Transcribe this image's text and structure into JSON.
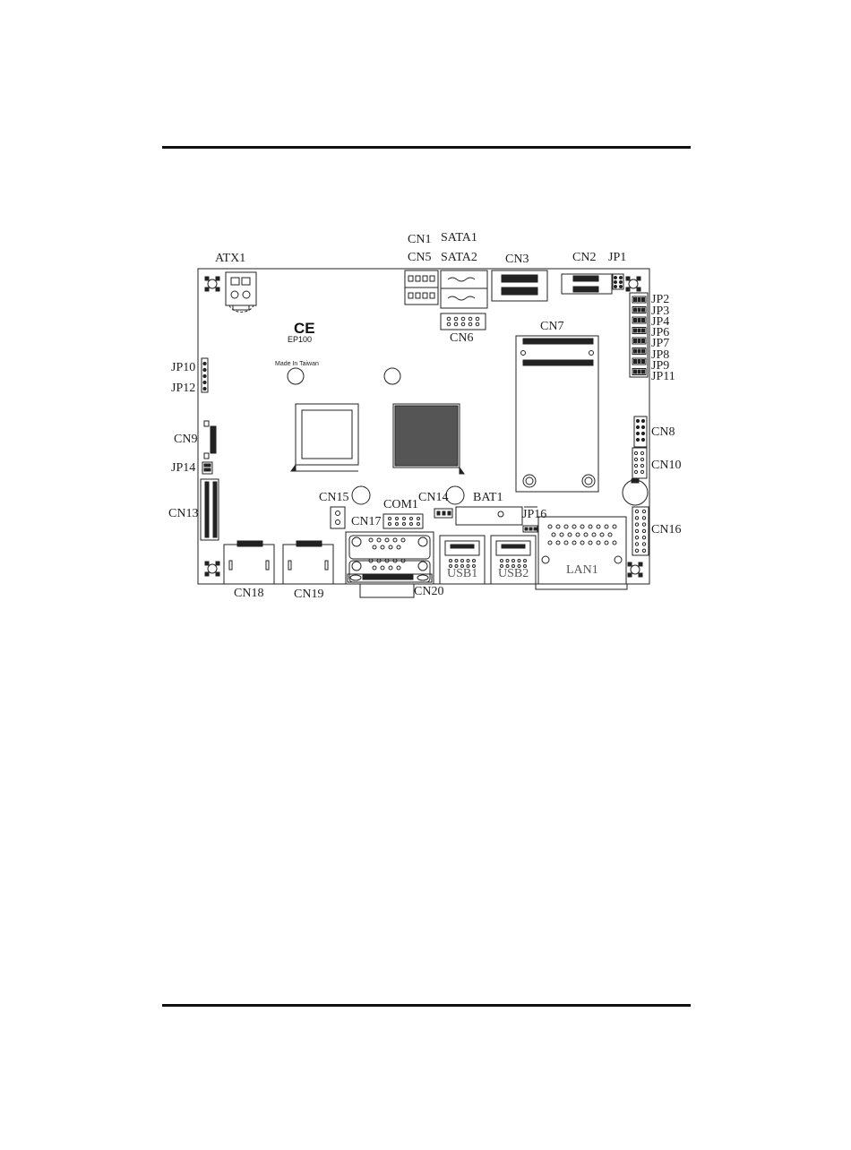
{
  "page": {
    "top_rule": "header-rule",
    "bottom_rule": "footer-rule"
  },
  "board": {
    "markings": {
      "ce": "CE",
      "model": "EP100",
      "made_in": "Made In Taiwan"
    },
    "labels": {
      "ATX1": "ATX1",
      "CN1": "CN1",
      "SATA1": "SATA1",
      "CN5": "CN5",
      "SATA2": "SATA2",
      "CN3": "CN3",
      "CN2": "CN2",
      "JP1": "JP1",
      "CN6": "CN6",
      "CN7": "CN7",
      "JP2": "JP2",
      "JP3": "JP3",
      "JP4": "JP4",
      "JP6": "JP6",
      "JP7": "JP7",
      "JP8": "JP8",
      "JP9": "JP9",
      "JP11": "JP11",
      "JP10": "JP10",
      "JP12": "JP12",
      "CN9": "CN9",
      "JP14": "JP14",
      "CN13": "CN13",
      "CN8": "CN8",
      "CN10": "CN10",
      "CN15": "CN15",
      "COM1": "COM1",
      "CN14": "CN14",
      "BAT1": "BAT1",
      "CN17": "CN17",
      "JP16": "JP16",
      "CN16": "CN16",
      "CN18": "CN18",
      "CN19": "CN19",
      "CN20": "CN20",
      "USB1": "USB1",
      "USB2": "USB2",
      "LAN1": "LAN1"
    }
  }
}
